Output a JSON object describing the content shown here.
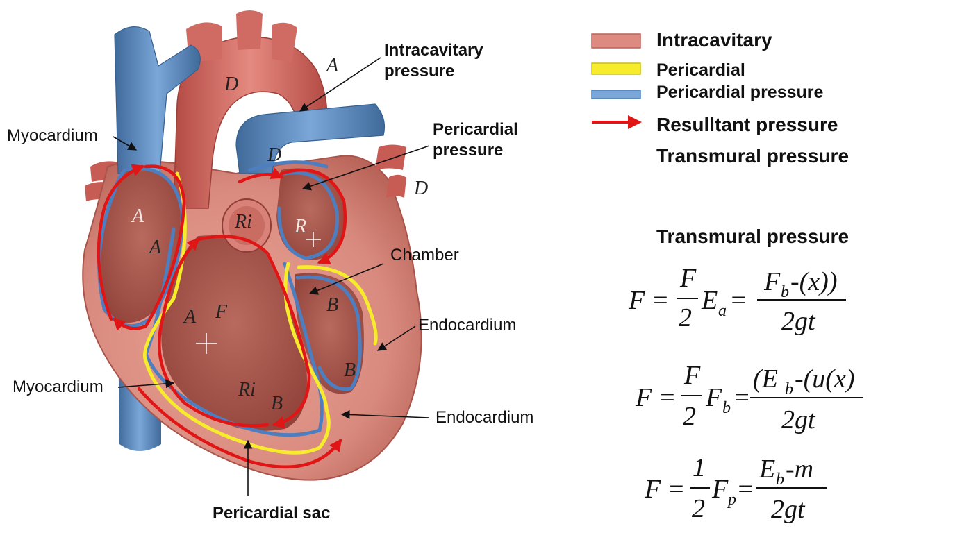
{
  "labels": {
    "intracavitary_pressure_1": "Intracavitary",
    "intracavitary_pressure_2": "pressure",
    "pericardial_pressure_1": "Pericardial",
    "pericardial_pressure_2": "pressure",
    "myocardium_top": "Myocardium",
    "myocardium_bottom": "Myocardium",
    "chamber": "Chamber",
    "endocardium_right": "Endocardium",
    "endocardium_bottom": "Endocardium",
    "pericardial_sac": "Pericardial sac"
  },
  "chamber_letters": {
    "a_top": "A",
    "d_arch": "D",
    "d_vessel": "D",
    "d_right": "D",
    "a_atrium": "A",
    "a_atrium2": "A",
    "ri_top": "Ri",
    "r_right": "R",
    "a_ventricle": "A",
    "f_ventricle": "F",
    "b_right1": "B",
    "b_right2": "B",
    "ri_bottom": "Ri",
    "b_bottom": "B"
  },
  "legend": {
    "items": [
      {
        "label": "Intracavitary",
        "swatch": "#dd8a80"
      },
      {
        "label": "Pericardial",
        "swatch": "#f7ec2c"
      },
      {
        "label": "Pericardial pressure",
        "swatch": "#7aa6d8"
      },
      {
        "label": "Resulltant pressure",
        "swatch": "#e01515"
      },
      {
        "label": "Transmural pressure",
        "swatch": ""
      }
    ]
  },
  "equations": {
    "title": "Transmural pressure",
    "eq1": {
      "lhs": "F =",
      "n1": "F",
      "d1": "2",
      "mid": "E",
      "mid_sub": "a",
      "eq": "=",
      "num_main": "F",
      "num_sub": "b",
      "num_rest": "-(x))",
      "den": "2gt"
    },
    "eq2": {
      "lhs": "F =",
      "n1": "F",
      "d1": "2",
      "mid": "F",
      "mid_sub": "b",
      "eq": "=",
      "num_pre": "(E",
      "num_sub": "b",
      "num_rest": "-(u(x)",
      "den": "2gt"
    },
    "eq3": {
      "lhs": "F =",
      "n1": "1",
      "d1": "2",
      "mid": "F",
      "mid_sub": "p",
      "eq": "=",
      "num_main": "E",
      "num_sub": "b",
      "num_rest": "-m",
      "den": "2gt"
    }
  },
  "colors": {
    "muscle": "#d98a7e",
    "muscle_dark": "#b85a50",
    "chamber": "#a8584d",
    "vein": "#5e8ab8",
    "artery": "#cc5f57",
    "pericardial_yellow": "#f7ec2c",
    "pressure_blue": "#4d7fc0",
    "resultant_red": "#e01515"
  }
}
